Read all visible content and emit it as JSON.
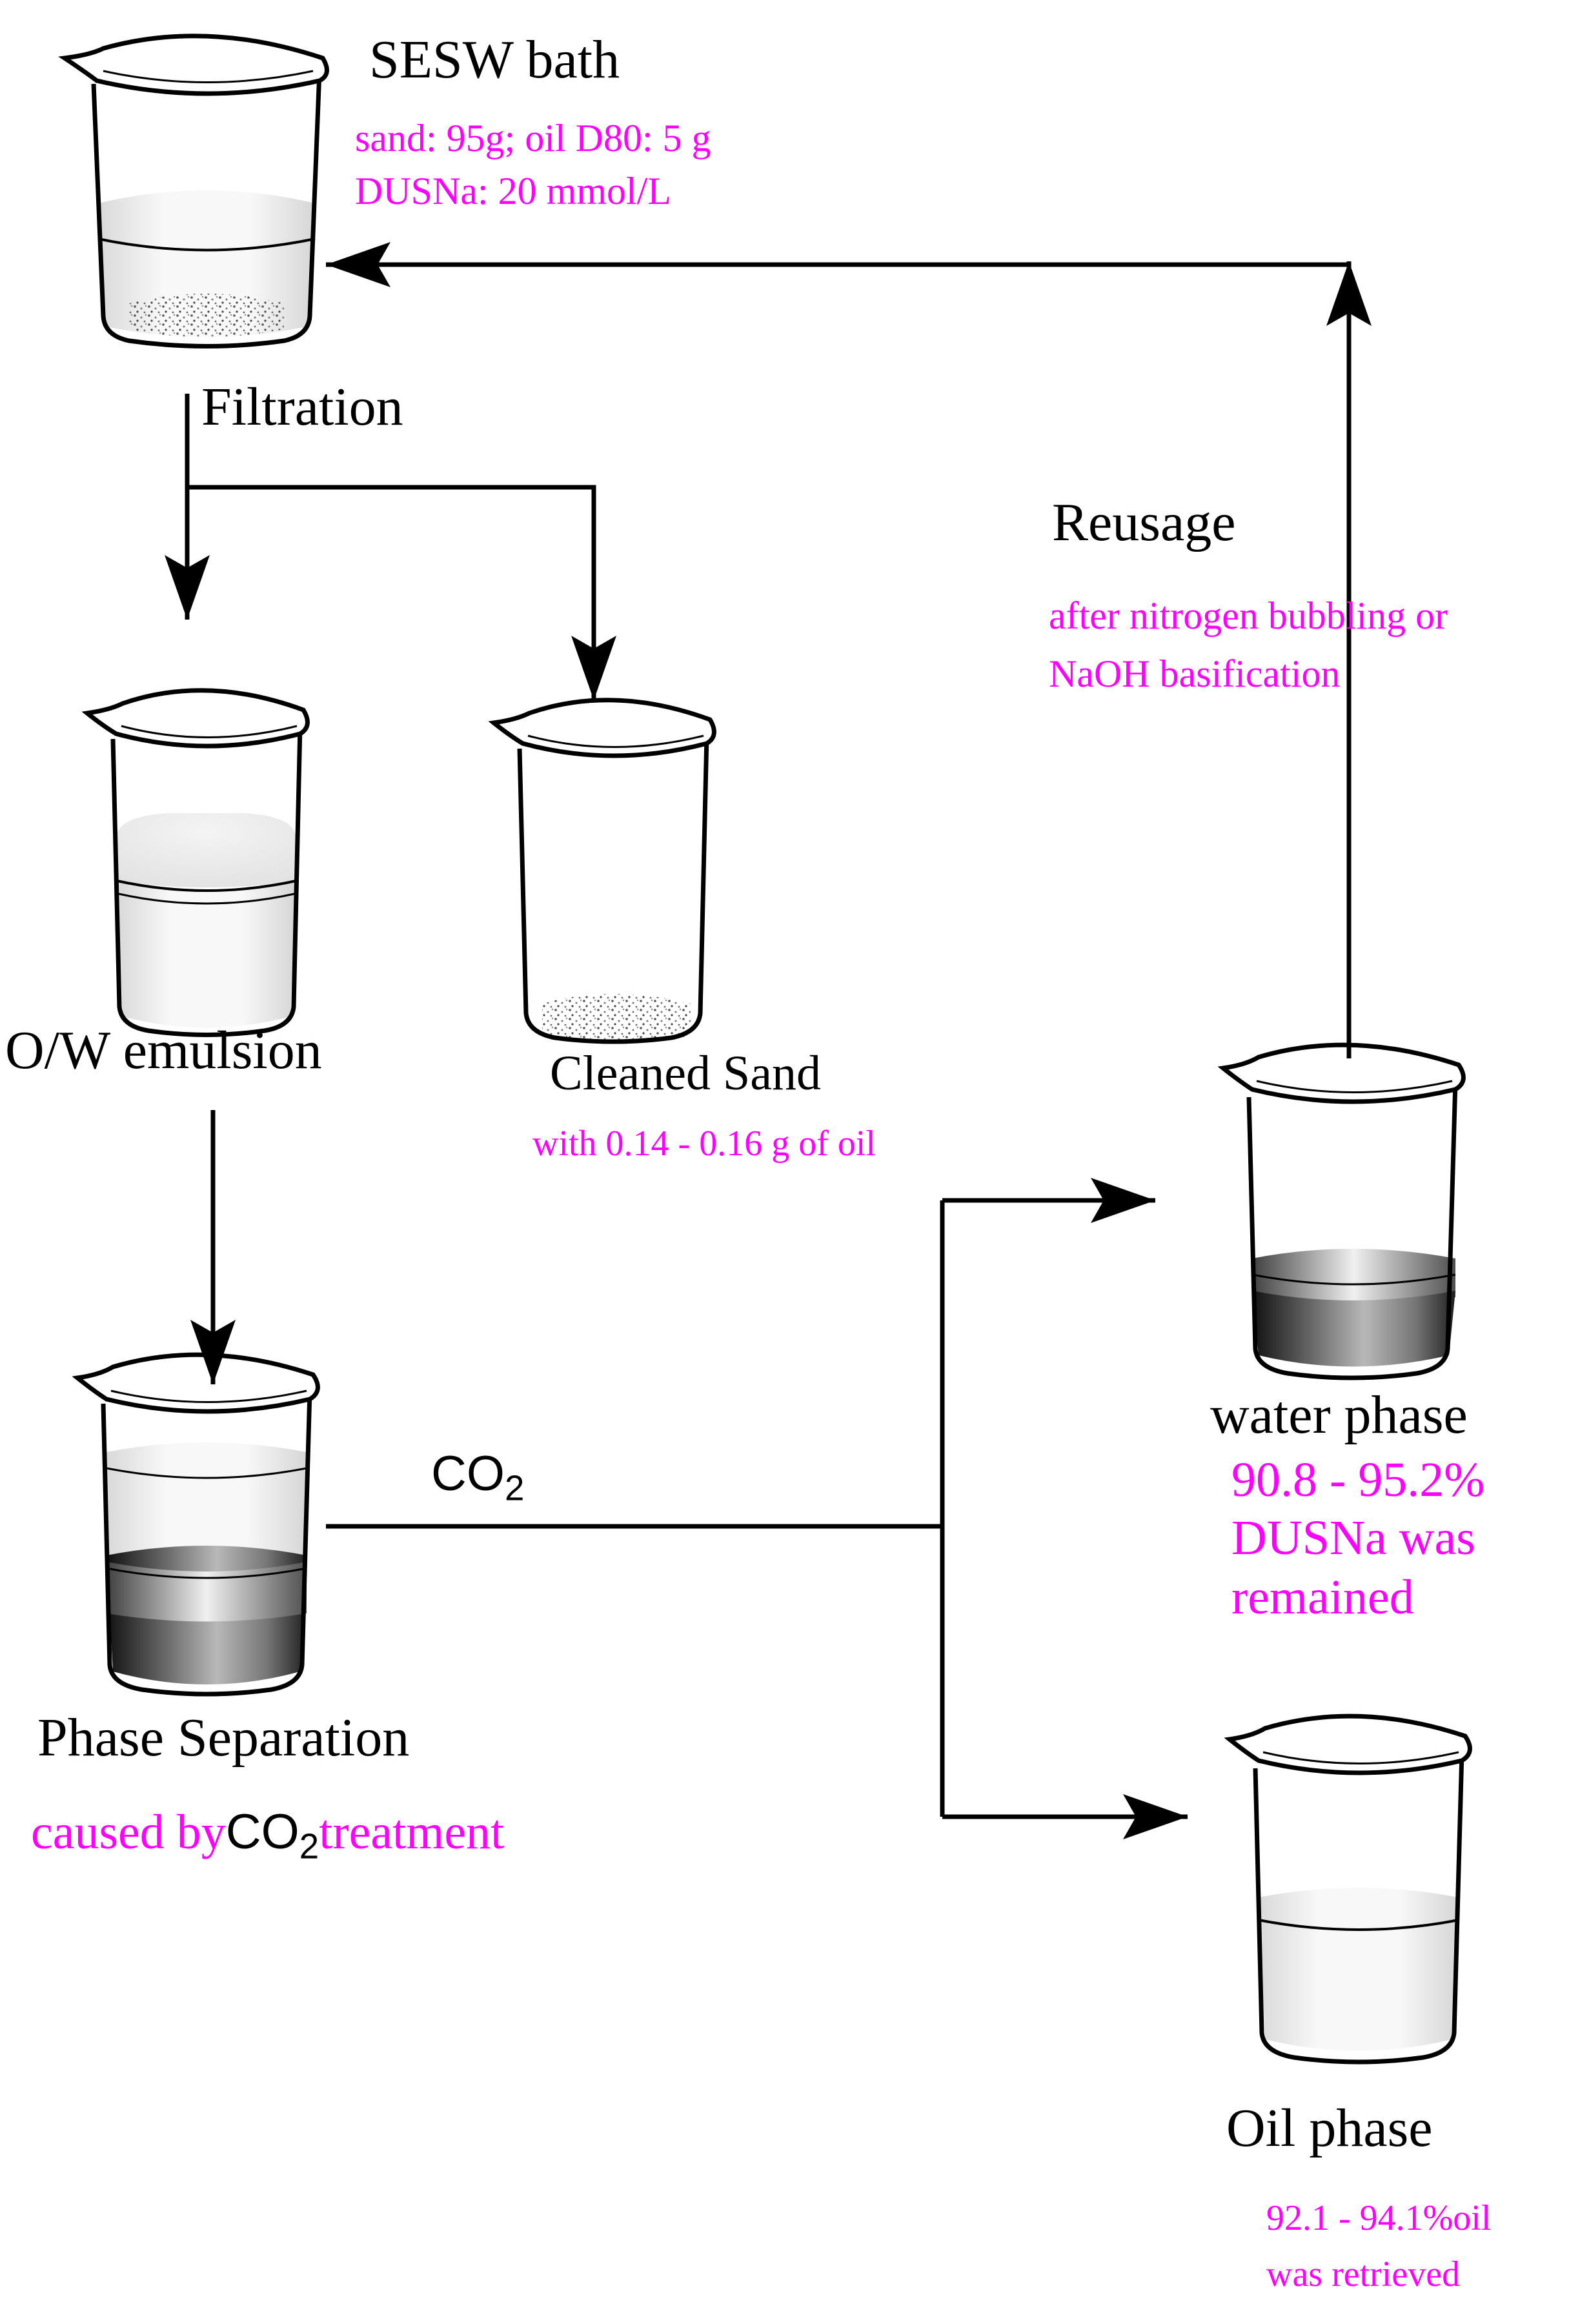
{
  "colors": {
    "ink": "#000000",
    "note": "#ff00ff"
  },
  "sesw": {
    "title": "SESW bath",
    "note_line1": "sand: 95g; oil D80: 5 g",
    "note_line2": "DUSNa: 20 mmol/L"
  },
  "filtration": {
    "label": "Filtration"
  },
  "emulsion": {
    "label": "O/W emulsion"
  },
  "cleaned_sand": {
    "label": "Cleaned Sand",
    "note": "with 0.14 - 0.16 g of oil"
  },
  "reusage": {
    "label": "Reusage",
    "note_line1": "after nitrogen bubbling or",
    "note_line2": "NaOH basification"
  },
  "co2": {
    "main": "CO",
    "sub": "2"
  },
  "water_phase": {
    "label": "water phase",
    "note_line1": "90.8 - 95.2%",
    "note_line2": "DUSNa was",
    "note_line3": "remained"
  },
  "phase_separation": {
    "label": "Phase Separation",
    "note_prefix": "caused by",
    "note_co2_main": "CO",
    "note_co2_sub": "2",
    "note_suffix": "treatment"
  },
  "oil_phase": {
    "label": "Oil phase",
    "note_line1": "92.1 - 94.1%oil",
    "note_line2": "was retrieved"
  }
}
